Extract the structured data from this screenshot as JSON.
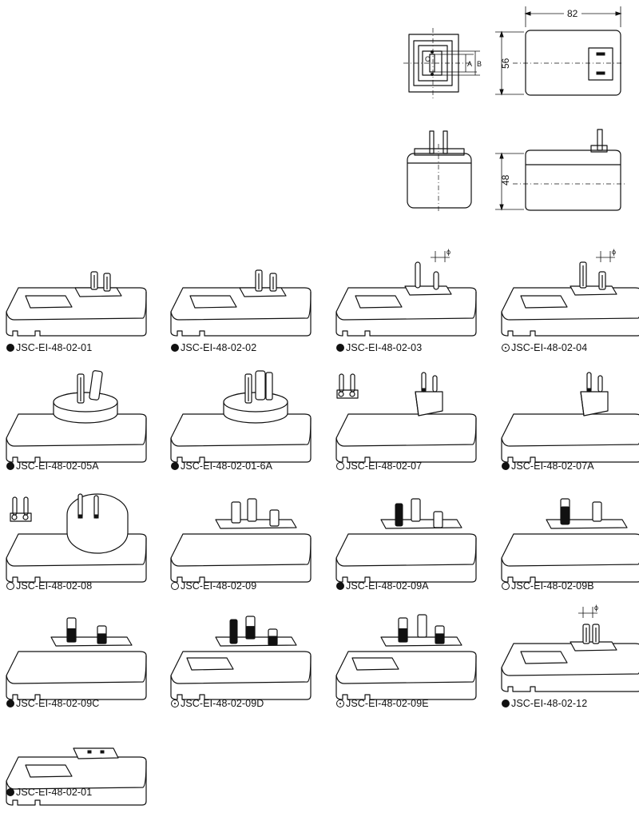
{
  "drawings": {
    "dim_width": "82",
    "dim_height": "56",
    "dim_depth": "48",
    "dim_a": "A",
    "dim_b": "B",
    "dim_c": "C"
  },
  "phi": "ϕ",
  "models": [
    {
      "code": "JSC-EI-48-02-01",
      "marker": "filled"
    },
    {
      "code": "JSC-EI-48-02-02",
      "marker": "filled"
    },
    {
      "code": "JSC-EI-48-02-03",
      "marker": "filled"
    },
    {
      "code": "JSC-EI-48-02-04",
      "marker": "dotted"
    },
    {
      "code": "JSC-EI-48-02-05A",
      "marker": "filled"
    },
    {
      "code": "JSC-EI-48-02-01-6A",
      "marker": "filled"
    },
    {
      "code": "JSC-EI-48-02-07",
      "marker": "open"
    },
    {
      "code": "JSC-EI-48-02-07A",
      "marker": "filled"
    },
    {
      "code": "JSC-EI-48-02-08",
      "marker": "open"
    },
    {
      "code": "JSC-EI-48-02-09",
      "marker": "open"
    },
    {
      "code": "JSC-EI-48-02-09A",
      "marker": "filled"
    },
    {
      "code": "JSC-EI-48-02-09B",
      "marker": "open"
    },
    {
      "code": "JSC-EI-48-02-09C",
      "marker": "filled"
    },
    {
      "code": "JSC-EI-48-02-09D",
      "marker": "dotted"
    },
    {
      "code": "JSC-EI-48-02-09E",
      "marker": "dotted"
    },
    {
      "code": "JSC-EI-48-02-12",
      "marker": "filled"
    },
    {
      "code": "JSC-EI-48-02-01",
      "marker": "filled"
    }
  ]
}
